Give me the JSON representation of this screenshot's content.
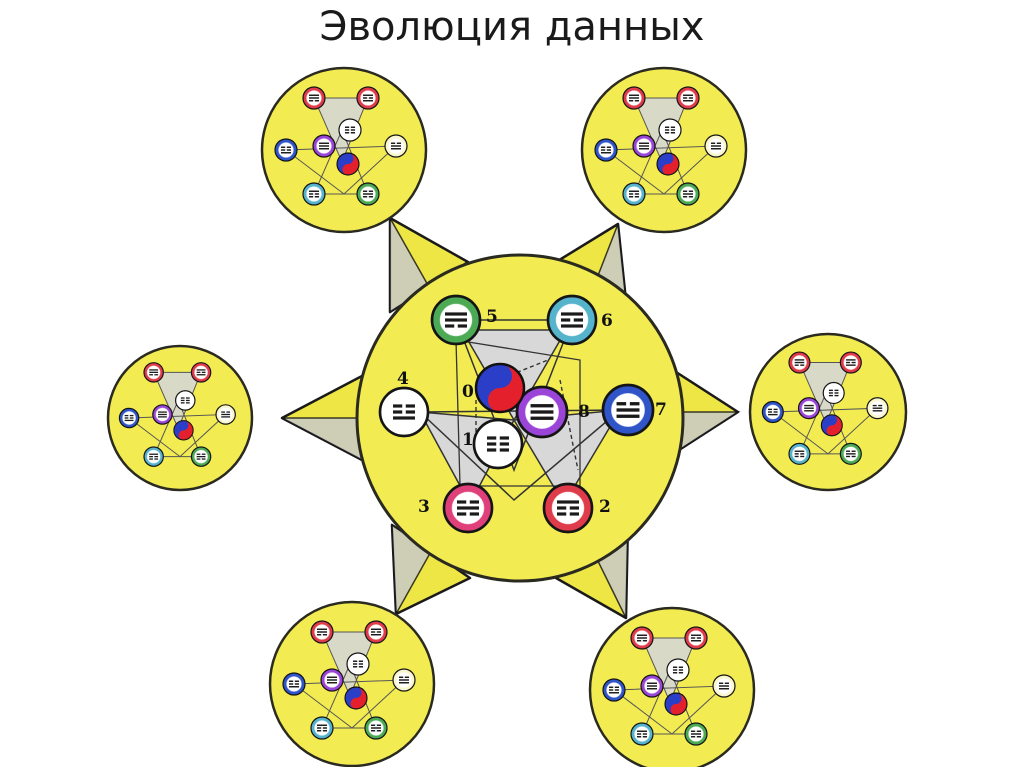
{
  "title": "Эволюция данных",
  "labels": {
    "n0": "0",
    "n1": "1",
    "n2": "2",
    "n3": "3",
    "n4": "4",
    "n5": "5",
    "n6": "6",
    "n7": "7",
    "n8": "8"
  },
  "colors": {
    "disk_fill": "#f2ec52",
    "disk_stroke": "#2a2a20",
    "star_fill": "#ede645",
    "star_shadow": "#c9c9c9",
    "hexagram_inner": "#d8d8d8",
    "node_green": "#4caa55",
    "node_teal": "#55b3cc",
    "node_blue": "#2f55c8",
    "node_red": "#e03b4a",
    "node_pink": "#e0407a",
    "node_purple": "#9b45d8",
    "node_white": "#ffffff",
    "node_white_yellow": "#faf6d0"
  },
  "nodes": [
    {
      "id": "n5",
      "color": "node_green",
      "trigram": "001"
    },
    {
      "id": "n6",
      "color": "node_teal",
      "trigram": "010"
    },
    {
      "id": "n7",
      "color": "node_blue",
      "trigram": "100"
    },
    {
      "id": "n2",
      "color": "node_red",
      "trigram": "011"
    },
    {
      "id": "n3",
      "color": "node_pink",
      "trigram": "101"
    },
    {
      "id": "n4",
      "color": "node_white",
      "trigram": "110"
    },
    {
      "id": "n8",
      "color": "node_purple",
      "trigram": "000"
    },
    {
      "id": "n1",
      "color": "node_white",
      "trigram": "111"
    },
    {
      "id": "n0",
      "color": "yin_yang",
      "trigram": ""
    }
  ],
  "satellites": [
    "top-left",
    "top-right",
    "left",
    "right",
    "bottom-left",
    "bottom-right"
  ]
}
